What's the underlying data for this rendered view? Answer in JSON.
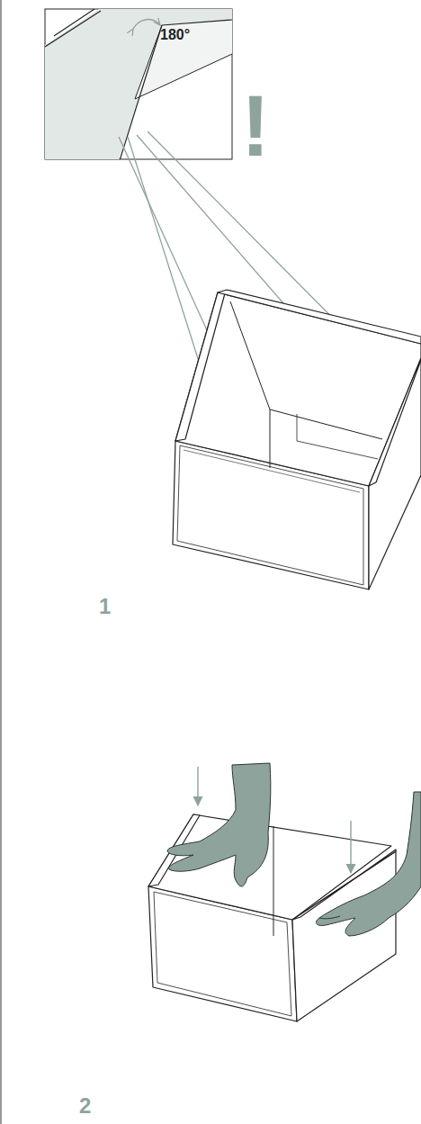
{
  "diagram": {
    "labels": [
      "180°",
      "!",
      "1",
      "2"
    ]
  }
}
